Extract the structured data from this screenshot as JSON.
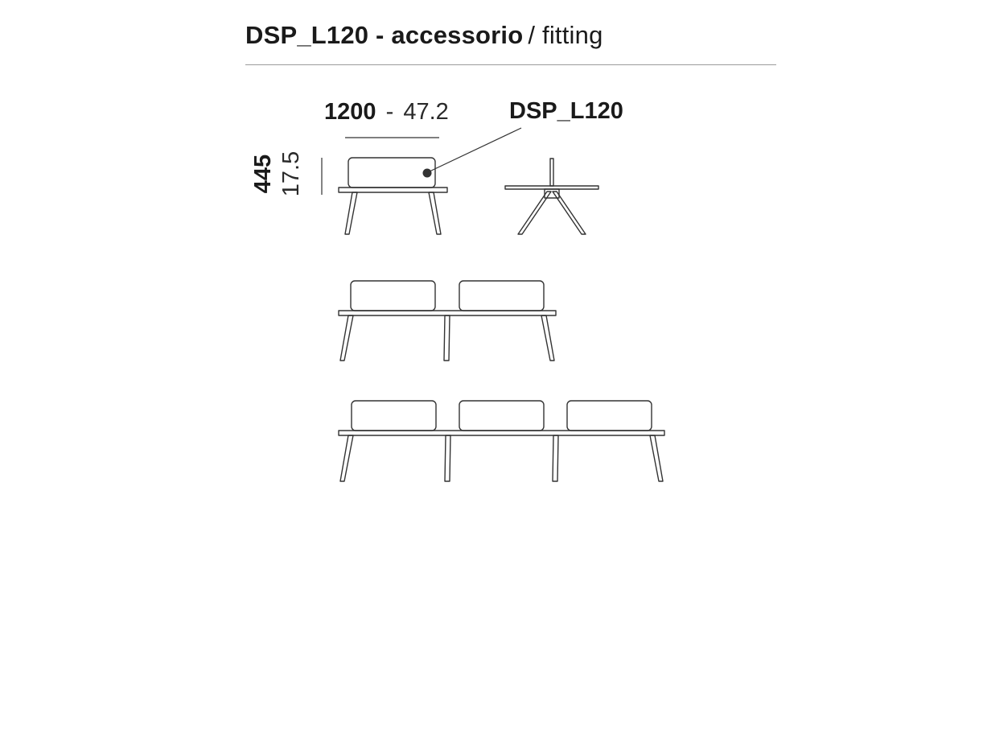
{
  "colors": {
    "line": "#333333",
    "text": "#1a1a1a",
    "rule": "#9b9b9b"
  },
  "header": {
    "title_bold": "DSP_L120 - accessorio",
    "title_light": "/ fitting"
  },
  "annotations": {
    "width": {
      "mm": "1200",
      "sep": "-",
      "inches": "47.2"
    },
    "height": {
      "mm": "445",
      "inches": "17.5"
    },
    "callout": "DSP_L120"
  },
  "views": {
    "top_left": "single-desk-front-view",
    "top_right": "single-desk-side-view",
    "middle": "two-desk-front-view",
    "bottom": "three-desk-front-view"
  }
}
